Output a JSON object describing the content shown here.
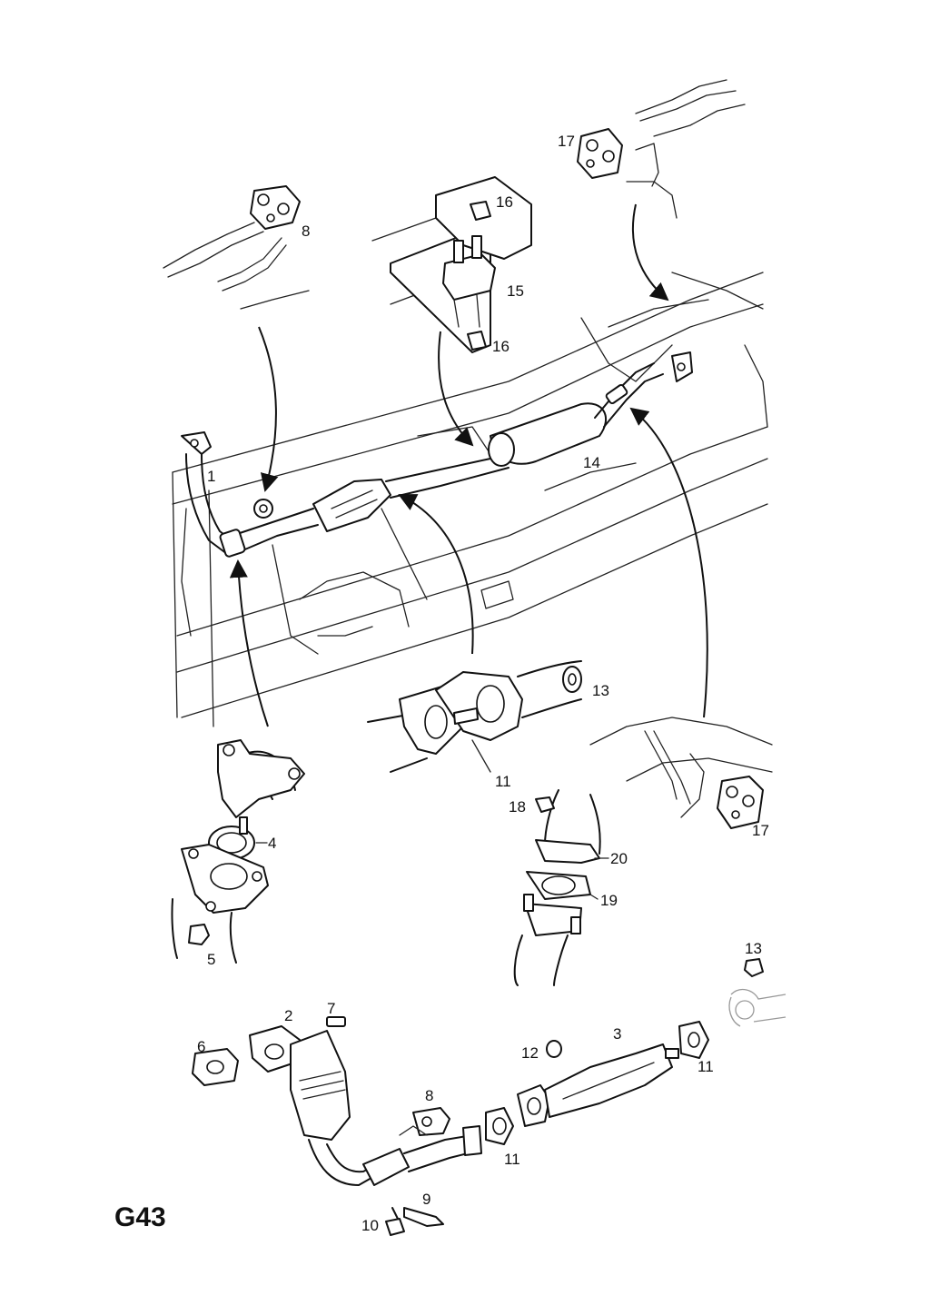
{
  "diagram_code": "G43",
  "callouts": {
    "c1": "1",
    "c2": "2",
    "c3": "3",
    "c4": "4",
    "c5": "5",
    "c6": "6",
    "c7": "7",
    "c8a": "8",
    "c8b": "8",
    "c9": "9",
    "c10": "10",
    "c11a": "11",
    "c11b": "11",
    "c11c": "11",
    "c12": "12",
    "c13a": "13",
    "c13b": "13",
    "c14": "14",
    "c15": "15",
    "c16a": "16",
    "c16b": "16",
    "c17a": "17",
    "c17b": "17",
    "c18": "18",
    "c19": "19",
    "c20": "20"
  }
}
